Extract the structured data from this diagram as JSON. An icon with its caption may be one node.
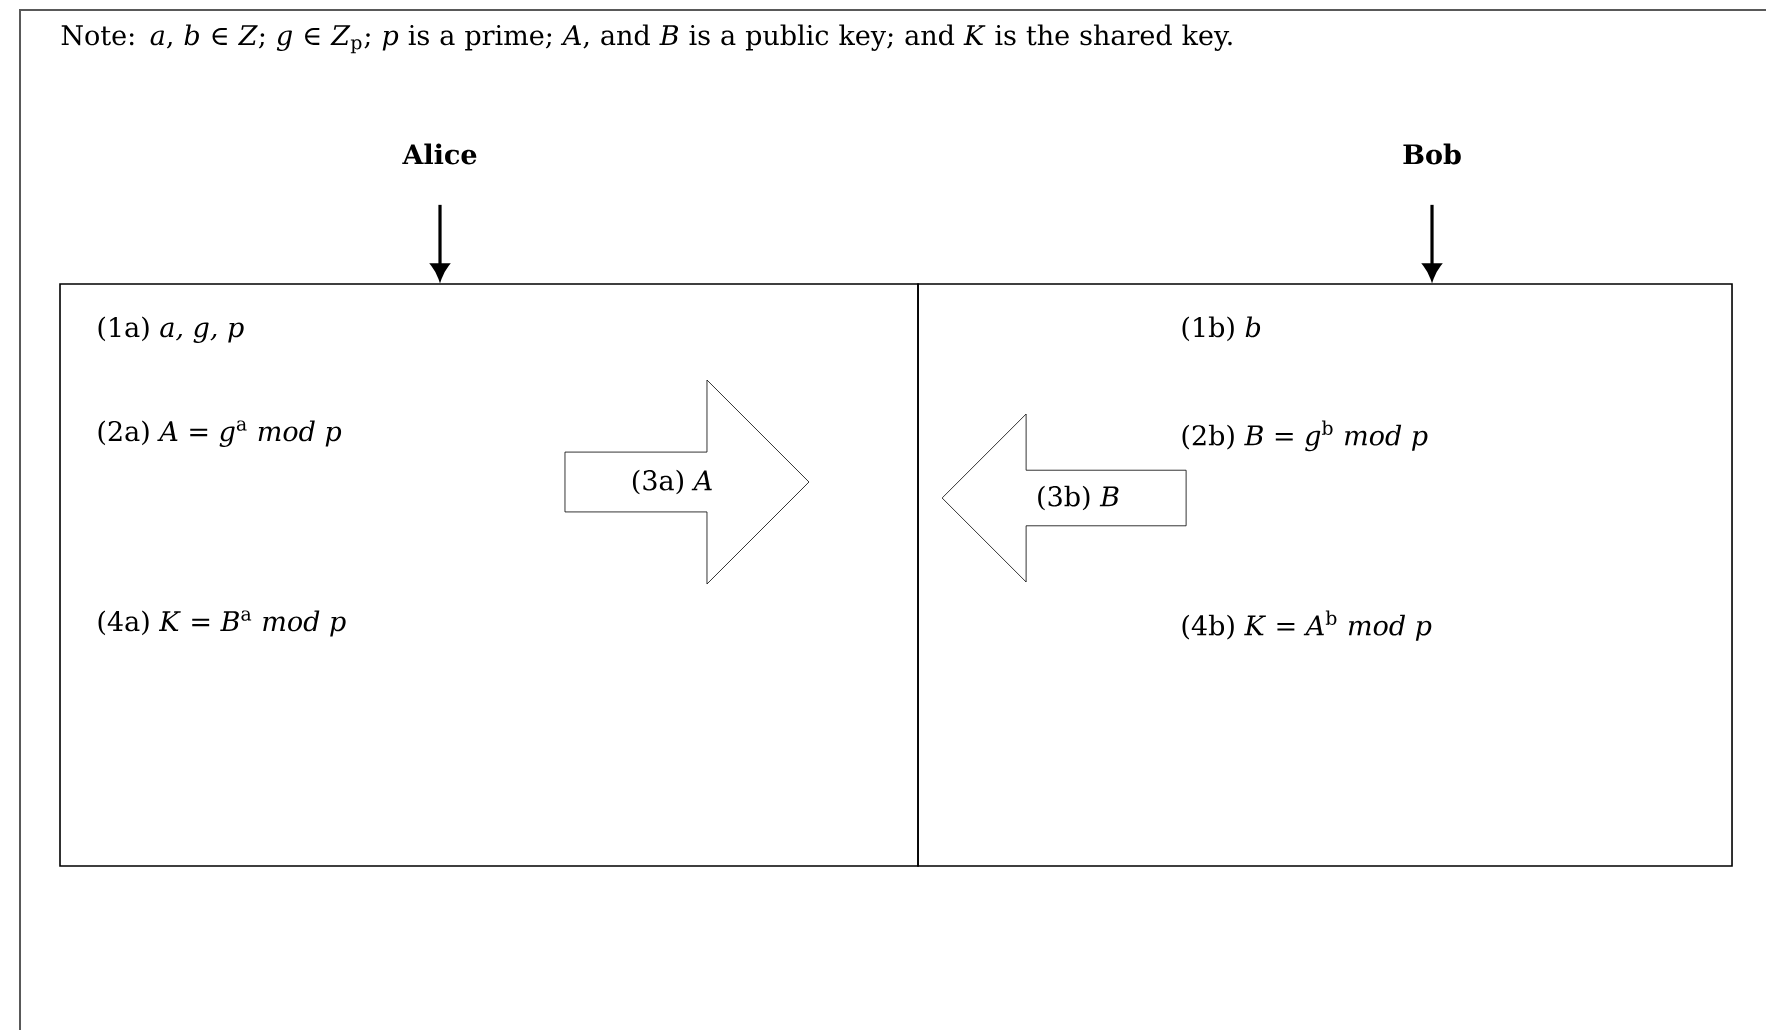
{
  "diagram": {
    "title": "Note: *a*, *b* ∈ *Z*; *g* ∈ *Z*$_{p}$; *p* is a prime; *A*, and *B* is a public key; and *K* is the shared key.",
    "nodes": [
      {
        "text": [
          "Alice"
        ]
      },
      {
        "text": [
          "Bob"
        ]
      },
      {
        "text": [
          "(1a) *a, g, p*",
          "(2a) *A* = *g*$^{a}$ *mod p*",
          "(4a) *K* = *B*$^{a}$ *mod p*"
        ]
      },
      {
        "text": [
          "(1b) *b*",
          "(2b) *B* = *g*$^{b}$ *mod p*",
          "(4b) *K* = *A*$^{b}$ *mod p*"
        ]
      },
      {
        "text": [
          "(3a) *A*"
        ],
        "in": 2
      },
      {
        "text": [
          "(3b) *B*"
        ],
        "in": 3
      }
    ],
    "edges": [
      {
        "from": 0,
        "to": 2,
        "arrow": "to"
      },
      {
        "from": 1,
        "to": 3,
        "arrow": "to"
      }
    ]
  }
}
